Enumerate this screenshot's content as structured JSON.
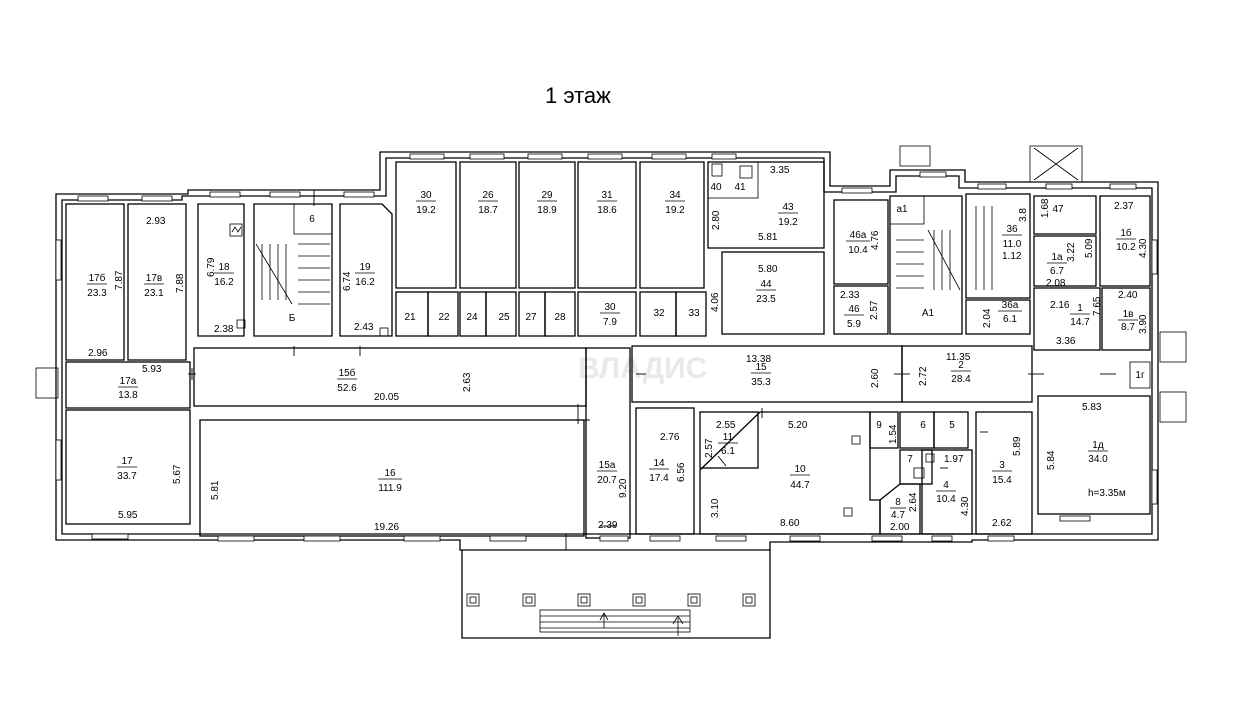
{
  "title": "1 этаж",
  "ceiling_note": "h=3.35м",
  "watermark": "ВЛАДИС",
  "rooms": [
    {
      "id": "r17b",
      "num": "17б",
      "area": "23.3"
    },
    {
      "id": "r17v",
      "num": "17в",
      "area": "23.1"
    },
    {
      "id": "r18",
      "num": "18",
      "area": "16.2"
    },
    {
      "id": "rB",
      "num": "Б",
      "area": ""
    },
    {
      "id": "r19",
      "num": "19",
      "area": "16.2"
    },
    {
      "id": "r30top",
      "num": "30",
      "area": "19.2"
    },
    {
      "id": "r26",
      "num": "26",
      "area": "18.7"
    },
    {
      "id": "r29",
      "num": "29",
      "area": "18.9"
    },
    {
      "id": "r31",
      "num": "31",
      "area": "18.6"
    },
    {
      "id": "r34",
      "num": "34",
      "area": "19.2"
    },
    {
      "id": "r43",
      "num": "43",
      "area": "19.2"
    },
    {
      "id": "r40",
      "num": "40",
      "area": ""
    },
    {
      "id": "r41",
      "num": "41",
      "area": ""
    },
    {
      "id": "r44",
      "num": "44",
      "area": "23.5"
    },
    {
      "id": "r46a",
      "num": "46а",
      "area": "10.4"
    },
    {
      "id": "r46",
      "num": "46",
      "area": "5.9"
    },
    {
      "id": "ra1",
      "num": "а1",
      "area": ""
    },
    {
      "id": "rA1",
      "num": "А1",
      "area": ""
    },
    {
      "id": "r36",
      "num": "36",
      "area": "11.0"
    },
    {
      "id": "r36a",
      "num": "36а",
      "area": "6.1"
    },
    {
      "id": "r47",
      "num": "47",
      "area": ""
    },
    {
      "id": "r1a",
      "num": "1а",
      "area": "6.7"
    },
    {
      "id": "r1b",
      "num": "1б",
      "area": "10.2"
    },
    {
      "id": "r1",
      "num": "1",
      "area": "14.7"
    },
    {
      "id": "r1v",
      "num": "1в",
      "area": "8.7"
    },
    {
      "id": "r1g",
      "num": "1г",
      "area": ""
    },
    {
      "id": "r21",
      "num": "21",
      "area": ""
    },
    {
      "id": "r22",
      "num": "22",
      "area": ""
    },
    {
      "id": "r24",
      "num": "24",
      "area": ""
    },
    {
      "id": "r25",
      "num": "25",
      "area": ""
    },
    {
      "id": "r27",
      "num": "27",
      "area": ""
    },
    {
      "id": "r28",
      "num": "28",
      "area": ""
    },
    {
      "id": "r30low",
      "num": "30",
      "area": "7.9"
    },
    {
      "id": "r32",
      "num": "32",
      "area": ""
    },
    {
      "id": "r33",
      "num": "33",
      "area": ""
    },
    {
      "id": "r6top",
      "num": "6",
      "area": ""
    },
    {
      "id": "r17a",
      "num": "17а",
      "area": "13.8"
    },
    {
      "id": "r15b",
      "num": "15б",
      "area": "52.6"
    },
    {
      "id": "r15",
      "num": "15",
      "area": "35.3"
    },
    {
      "id": "r2",
      "num": "2",
      "area": "28.4"
    },
    {
      "id": "r17",
      "num": "17",
      "area": "33.7"
    },
    {
      "id": "r16",
      "num": "16",
      "area": "111.9"
    },
    {
      "id": "r15a",
      "num": "15а",
      "area": "20.7"
    },
    {
      "id": "r14",
      "num": "14",
      "area": "17.4"
    },
    {
      "id": "r11",
      "num": "11",
      "area": "6.1"
    },
    {
      "id": "r10",
      "num": "10",
      "area": "44.7"
    },
    {
      "id": "r9",
      "num": "9",
      "area": ""
    },
    {
      "id": "r6",
      "num": "6",
      "area": ""
    },
    {
      "id": "r5",
      "num": "5",
      "area": ""
    },
    {
      "id": "r7",
      "num": "7",
      "area": ""
    },
    {
      "id": "r8",
      "num": "8",
      "area": "4.7"
    },
    {
      "id": "r4",
      "num": "4",
      "area": "10.4"
    },
    {
      "id": "r3",
      "num": "3",
      "area": "15.4"
    },
    {
      "id": "r1d",
      "num": "1д",
      "area": "34.0"
    }
  ],
  "dimensions": [
    "2.93",
    "7.87",
    "7.88",
    "6.79",
    "2.38",
    "6.74",
    "2.43",
    "2.96",
    "5.93",
    "3.35",
    "2.80",
    "5.81",
    "5.80",
    "4.06",
    "4.76",
    "2.33",
    "2.57",
    "3.8",
    "1.12",
    "2.04",
    "1.68",
    "2.37",
    "3.22",
    "5.09",
    "4.30",
    "2.08",
    "2.16",
    "7.65",
    "2.40",
    "3.36",
    "3.90",
    "20.05",
    "2.63",
    "13.38",
    "2.60",
    "11.35",
    "2.72",
    "5.83",
    "5.81",
    "19.26",
    "5.67",
    "5.95",
    "9.20",
    "2.39",
    "2.76",
    "6.56",
    "2.55",
    "2.57",
    "5.20",
    "3.10",
    "8.60",
    "1.54",
    "1.97",
    "5.89",
    "5.84",
    "2.64",
    "2.00",
    "4.30",
    "2.62"
  ]
}
